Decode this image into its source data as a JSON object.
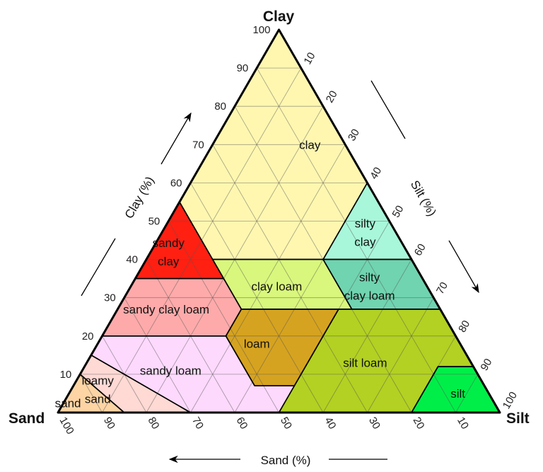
{
  "vertices": {
    "clay": "Clay",
    "sand": "Sand",
    "silt": "Silt"
  },
  "axis_titles": {
    "clay": "Clay (%)",
    "silt": "Silt (%)",
    "sand": "Sand (%)"
  },
  "ticks": [
    "10",
    "20",
    "30",
    "40",
    "50",
    "60",
    "70",
    "80",
    "90",
    "100"
  ],
  "regions": [
    {
      "name": "clay",
      "label": [
        "clay"
      ],
      "color": "#fff7b0",
      "pts": [
        [
          100,
          0
        ],
        [
          55,
          0
        ],
        [
          40,
          15
        ],
        [
          40,
          40
        ],
        [
          60,
          40
        ]
      ]
    },
    {
      "name": "sandy-clay",
      "label": [
        "sandy",
        "clay"
      ],
      "color": "#ff2012",
      "pts": [
        [
          55,
          0
        ],
        [
          35,
          0
        ],
        [
          35,
          20
        ],
        [
          40,
          15
        ]
      ]
    },
    {
      "name": "silty-clay",
      "label": [
        "silty",
        "clay"
      ],
      "color": "#a8f7da",
      "pts": [
        [
          60,
          40
        ],
        [
          40,
          40
        ],
        [
          40,
          60
        ]
      ]
    },
    {
      "name": "silty-clay-loam",
      "label": [
        "silty",
        "clay loam"
      ],
      "color": "#70d4b0",
      "pts": [
        [
          40,
          40
        ],
        [
          40,
          60
        ],
        [
          27,
          73
        ],
        [
          27,
          53
        ]
      ]
    },
    {
      "name": "clay-loam",
      "label": [
        "clay loam"
      ],
      "color": "#d9f77c",
      "pts": [
        [
          40,
          15
        ],
        [
          40,
          40
        ],
        [
          27,
          53
        ],
        [
          27,
          28
        ]
      ]
    },
    {
      "name": "sandy-clay-loam",
      "label": [
        "sandy clay loam"
      ],
      "color": "#ffaaaa",
      "pts": [
        [
          35,
          0
        ],
        [
          35,
          20
        ],
        [
          27,
          28
        ],
        [
          20,
          28
        ],
        [
          20,
          0
        ]
      ]
    },
    {
      "name": "loam",
      "label": [
        "loam"
      ],
      "color": "#d6a320",
      "pts": [
        [
          27,
          28
        ],
        [
          27,
          50
        ],
        [
          7,
          50
        ],
        [
          7,
          41
        ],
        [
          20,
          28
        ]
      ]
    },
    {
      "name": "silt-loam",
      "label": [
        "silt loam"
      ],
      "color": "#b2d122",
      "pts": [
        [
          27,
          50
        ],
        [
          27,
          73
        ],
        [
          12,
          88
        ],
        [
          12,
          80
        ],
        [
          0,
          80
        ],
        [
          0,
          50
        ],
        [
          7,
          50
        ]
      ]
    },
    {
      "name": "silt",
      "label": [
        "silt"
      ],
      "color": "#00ee48",
      "pts": [
        [
          12,
          88
        ],
        [
          0,
          100
        ],
        [
          0,
          80
        ],
        [
          12,
          80
        ]
      ]
    },
    {
      "name": "sandy-loam",
      "label": [
        "sandy loam"
      ],
      "color": "#fdd9fd",
      "pts": [
        [
          20,
          0
        ],
        [
          20,
          28
        ],
        [
          7,
          41
        ],
        [
          7,
          50
        ],
        [
          0,
          50
        ],
        [
          0,
          30
        ],
        [
          15,
          0
        ]
      ]
    },
    {
      "name": "loamy-sand",
      "label": [
        "loamy",
        "sand"
      ],
      "color": "#ffd9d4",
      "pts": [
        [
          15,
          0
        ],
        [
          0,
          30
        ],
        [
          0,
          15
        ],
        [
          10,
          0
        ]
      ]
    },
    {
      "name": "sand",
      "label": [
        "sand"
      ],
      "color": "#fdd4a4",
      "pts": [
        [
          10,
          0
        ],
        [
          0,
          15
        ],
        [
          0,
          0
        ]
      ]
    }
  ]
}
